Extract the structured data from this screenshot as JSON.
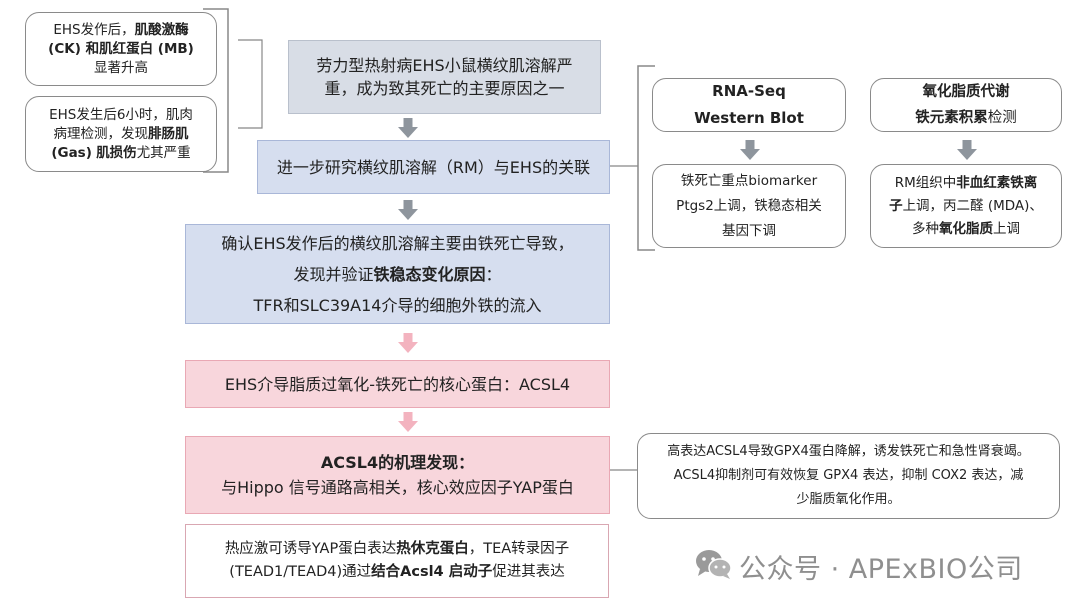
{
  "left_notes": [
    {
      "pre": "EHS发作后，",
      "b1": "肌酸激酶",
      "mid1": "",
      "line2a": "(CK) 和",
      "b2": "肌红蛋白 (MB)",
      "line3": "显著升高"
    },
    {
      "line1": "EHS发生后6小时，肌肉",
      "line2": "病理检测，发现",
      "b1": "腓肠肌",
      "line3b": "(Gas)",
      "b2": "肌损伤",
      "line3end": "尤其严重"
    }
  ],
  "flow": {
    "step1": "劳力型热射病EHS小鼠横纹肌溶解严重，成为致其死亡的主要原因之一",
    "step2": "进一步研究横纹肌溶解（RM）与EHS的关联",
    "step3": {
      "line1": "确认EHS发作后的横纹肌溶解主要由铁死亡导致，",
      "line2_pre": "发现并验证",
      "line2_bold": "铁稳态变化原因",
      "line2_post": "：",
      "line3": "TFR和SLC39A14介导的细胞外铁的流入"
    },
    "step4": "EHS介导脂质过氧化-铁死亡的核心蛋白：ACSL4",
    "step5": {
      "title": "ACSL4的机理发现：",
      "line2": "与Hippo 信号通路高相关，核心效应因子YAP蛋白"
    },
    "step6": {
      "l1_pre": "热应激可诱导YAP蛋白表达",
      "l1_bold": "热休克蛋白",
      "l1_post": "，TEA转录因子",
      "l2_pre": "(TEAD1/TEAD4)通过",
      "l2_bold": "结合Acsl4 启动子",
      "l2_post": "促进其表达"
    }
  },
  "right_methods": [
    {
      "head1": "RNA-Seq",
      "head2": "Western Blot",
      "result": [
        "铁死亡重点biomarker",
        "Ptgs2上调，铁稳态相关",
        "基因下调"
      ]
    },
    {
      "head1": "氧化脂质代谢",
      "head2_bold": "铁元素积累",
      "head2_post": "检测",
      "r1_pre": "RM组织中",
      "r1_bold": "非血红素铁离",
      "r2_bold": "子",
      "r2_post": "上调，丙二醛 (MDA)、",
      "r3_pre": "多种",
      "r3_bold": "氧化脂质",
      "r3_post": "上调"
    }
  ],
  "acsl4_note": [
    "高表达ACSL4导致GPX4蛋白降解，诱发铁死亡和急性肾衰竭。",
    "ACSL4抑制剂可有效恢复 GPX4 表达，抑制 COX2 表达，减",
    "少脂质氧化作用。"
  ],
  "watermark": "公众号 · APExBIO公司",
  "colors": {
    "grey_arrow": "#8e959d",
    "pink_arrow": "#f3b3bf",
    "line": "#777777"
  }
}
